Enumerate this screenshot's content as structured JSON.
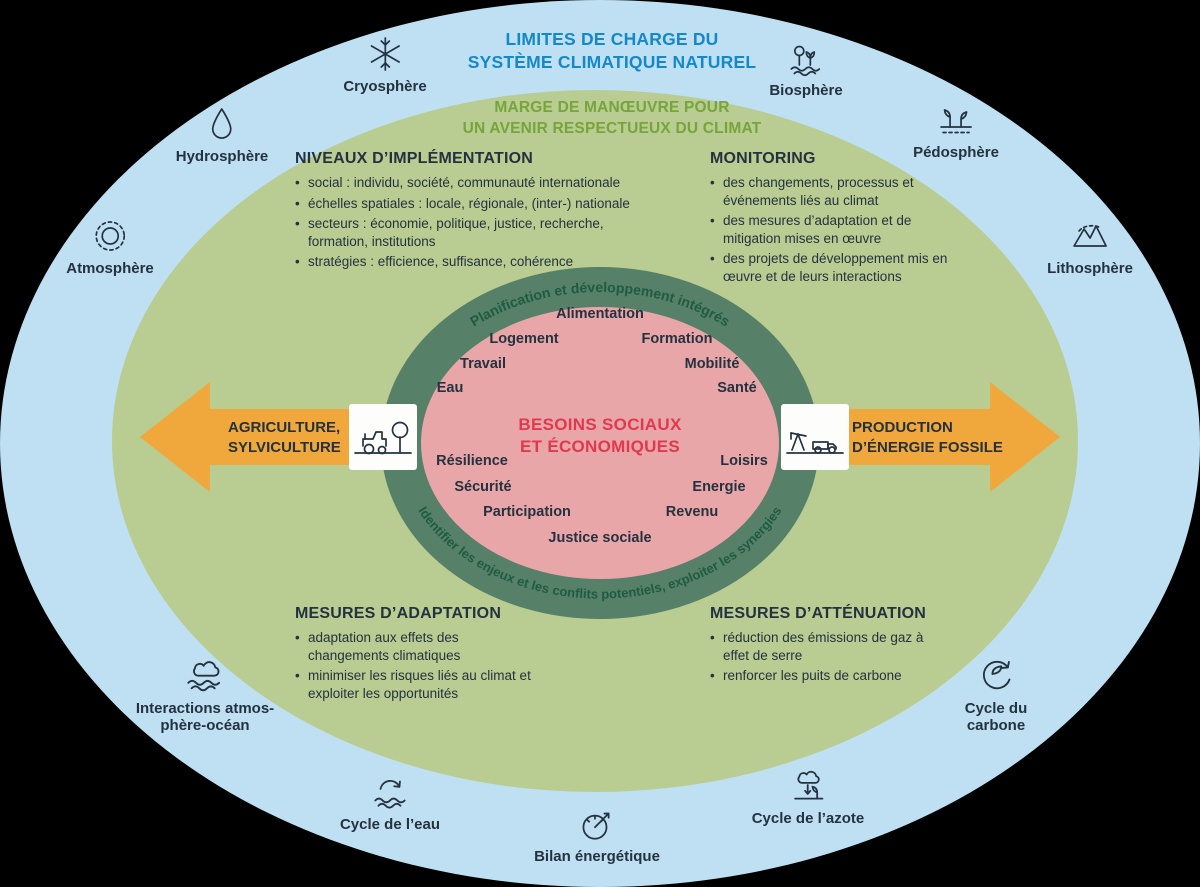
{
  "colors": {
    "blue_bg": "#bfe0f2",
    "green_bg": "#b9cc91",
    "ring_green": "#578068",
    "pink": "#e8a6a8",
    "orange": "#f0a83c",
    "title_blue": "#1488c8",
    "title_green": "#76a53c",
    "text_dark": "#243240",
    "center_red": "#e0394f",
    "curved_text_green": "#1e5c40"
  },
  "outer_title": {
    "line1": "LIMITES DE CHARGE DU",
    "line2": "SYSTÈME CLIMATIQUE NATUREL"
  },
  "green_title": {
    "line1": "MARGE DE MANŒUVRE POUR",
    "line2": "UN AVENIR RESPECTUEUX DU CLIMAT"
  },
  "spheres": [
    {
      "id": "cryosphere",
      "label": "Cryosphère"
    },
    {
      "id": "biosphere",
      "label": "Biosphère"
    },
    {
      "id": "hydrosphere",
      "label": "Hydrosphère"
    },
    {
      "id": "pedosphere",
      "label": "Pédosphère"
    },
    {
      "id": "atmosphere",
      "label": "Atmosphère"
    },
    {
      "id": "lithosphere",
      "label": "Lithosphère"
    },
    {
      "id": "ocean_atmosphere",
      "label": "Interactions atmos-\nphère-océan"
    },
    {
      "id": "carbon_cycle",
      "label": "Cycle du\ncarbone"
    },
    {
      "id": "water_cycle",
      "label": "Cycle de l’eau"
    },
    {
      "id": "energy_balance",
      "label": "Bilan énergétique"
    },
    {
      "id": "nitrogen_cycle",
      "label": "Cycle de l’azote"
    }
  ],
  "blocks": {
    "implementation": {
      "heading": "NIVEAUX D’IMPLÉMENTATION",
      "bullets": [
        "social : individu, société, communauté internationale",
        "échelles spatiales : locale, régionale, (inter-) nationale",
        "secteurs : économie, politique, justice, recherche, formation, institutions",
        "stratégies : efficience, suffisance, cohérence"
      ]
    },
    "monitoring": {
      "heading": "MONITORING",
      "bullets": [
        "des changements, processus et événements liés au climat",
        "des mesures d’adaptation et de mitigation mises en œuvre",
        "des projets de développement mis en œuvre et de leurs interactions"
      ]
    },
    "adaptation": {
      "heading": "MESURES D’ADAPTATION",
      "bullets": [
        "adaptation aux effets des changements climatiques",
        "minimiser les risques liés au climat et exploiter les opportunités"
      ]
    },
    "mitigation": {
      "heading": "MESURES D’ATTÉNUATION",
      "bullets": [
        "réduction des émissions de gaz à effet de serre",
        "renforcer les puits de carbone"
      ]
    }
  },
  "ring_text": {
    "top": "Planification et développement intégrés",
    "bottom": "Identifier les enjeux et les conflits potentiels, exploiter les synergies"
  },
  "center": {
    "line1": "BESOINS SOCIAUX",
    "line2": "ET ÉCONOMIQUES"
  },
  "needs": [
    "Alimentation",
    "Logement",
    "Formation",
    "Travail",
    "Mobilité",
    "Eau",
    "Santé",
    "Résilience",
    "Loisirs",
    "Sécurité",
    "Energie",
    "Participation",
    "Revenu",
    "Justice sociale"
  ],
  "arrows": {
    "left": {
      "line1": "AGRICULTURE,",
      "line2": "SYLVICULTURE"
    },
    "right": {
      "line1": "PRODUCTION",
      "line2": "D’ÉNERGIE FOSSILE"
    }
  }
}
